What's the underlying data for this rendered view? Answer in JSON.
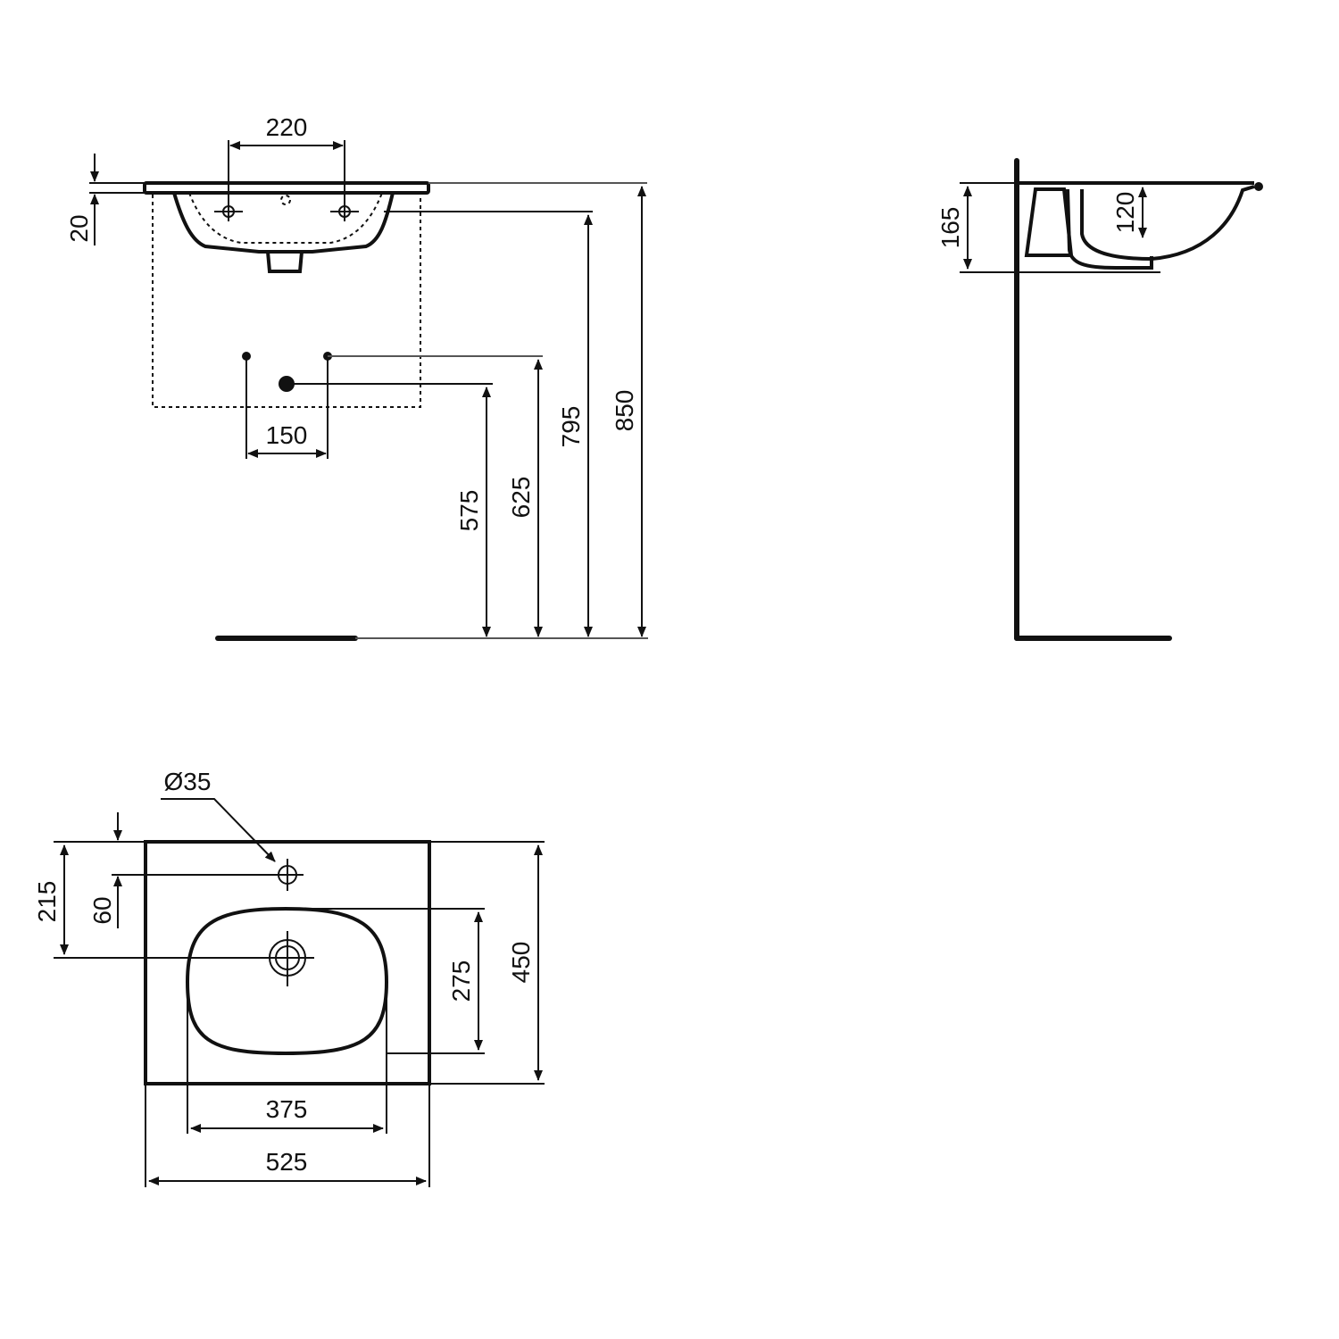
{
  "drawing": {
    "type": "washbasin technical dimension drawing",
    "units": "mm",
    "colors": {
      "line": "#111111",
      "background": "#ffffff"
    }
  },
  "front_view": {
    "dimensions": {
      "tap_hole_spacing": "220",
      "rim_thickness": "20",
      "supply_spacing": "150",
      "waste_height": "575",
      "supply_height": "625",
      "basin_underside_height": "795",
      "rim_height": "850"
    }
  },
  "side_view": {
    "dimensions": {
      "overall_depth": "165",
      "bowl_depth": "120"
    }
  },
  "top_view": {
    "dimensions": {
      "tap_hole_diameter": "Ø35",
      "tap_hole_offset": "60",
      "waste_offset": "215",
      "bowl_depth": "275",
      "overall_depth": "450",
      "bowl_width": "375",
      "overall_width": "525"
    }
  }
}
